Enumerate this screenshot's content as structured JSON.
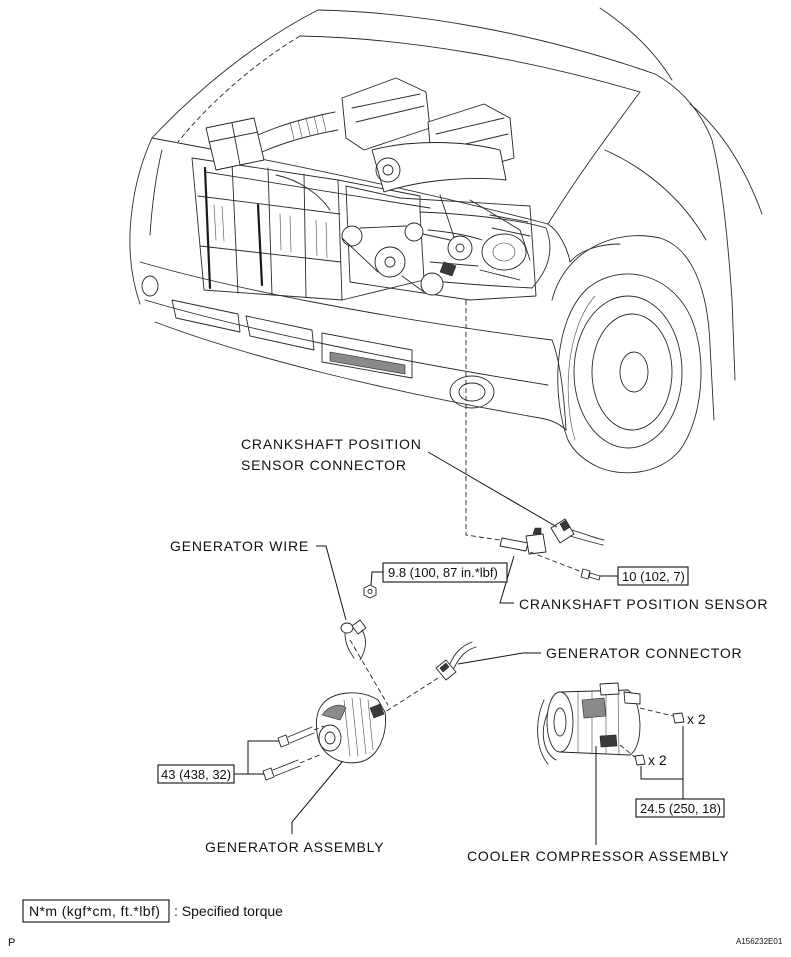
{
  "figure": {
    "callouts": {
      "crankshaft_sensor_connector": {
        "line1": "CRANKSHAFT POSITION",
        "line2": "SENSOR CONNECTOR"
      },
      "generator_wire": "GENERATOR WIRE",
      "crankshaft_sensor": "CRANKSHAFT POSITION SENSOR",
      "generator_connector": "GENERATOR CONNECTOR",
      "generator_assembly": "GENERATOR ASSEMBLY",
      "cooler_compressor_assembly": "COOLER COMPRESSOR ASSEMBLY"
    },
    "torque_specs": {
      "generator_wire_nut": "9.8 (100, 87 in.*lbf)",
      "crankshaft_sensor_bolt": "10 (102, 7)",
      "generator_bolts": "43 (438, 32)",
      "compressor_bolts": "24.5 (250, 18)"
    },
    "bolt_counts": {
      "compressor_upper": "x 2",
      "compressor_lower": "x 2"
    }
  },
  "legend": {
    "torque_unit": "N*m (kgf*cm, ft.*lbf)",
    "torque_unit_meaning": ": Specified torque"
  },
  "footer": {
    "page_marker": "P",
    "illustration_code": "A156232E01"
  }
}
